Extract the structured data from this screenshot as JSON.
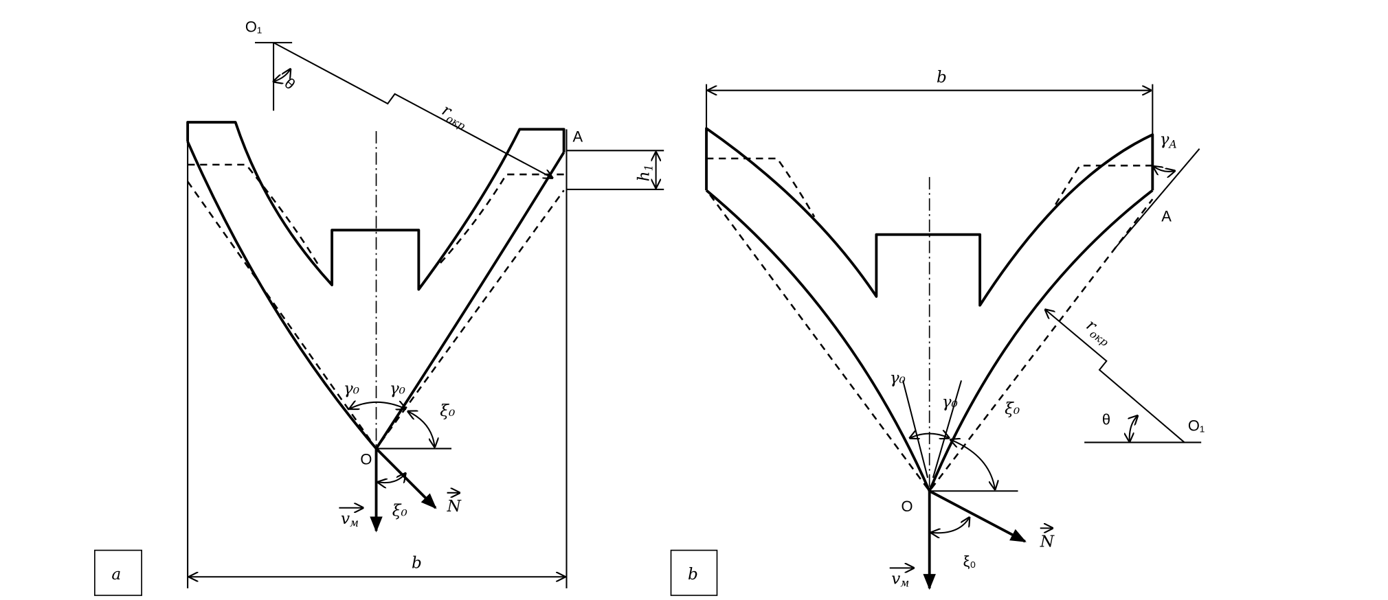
{
  "panel_a": {
    "tag": "a",
    "center_label": "O₁",
    "theta": "θ",
    "radius_main": "r",
    "radius_sub": "окр",
    "point_A": "A",
    "h_main": "h",
    "h_sub": "1",
    "gamma_left": "γ₀",
    "gamma_right": "γ₀",
    "xi_upper": "ξ₀",
    "xi_lower": "ξ₀",
    "origin": "O",
    "normal": "N",
    "velocity_main": "v",
    "velocity_sub": "м",
    "width": "b"
  },
  "panel_b": {
    "tag": "b",
    "center_label": "O₁",
    "theta": "θ",
    "radius_main": "r",
    "radius_sub": "окр",
    "point_A": "A",
    "gamma_A_main": "γ",
    "gamma_A_sub": "A",
    "gamma_left": "γ₀",
    "gamma_right": "γ₀",
    "xi_upper": "ξ₀",
    "xi_lower": "ξ₀",
    "origin": "O",
    "normal": "N",
    "velocity_main": "v",
    "velocity_sub": "м",
    "width": "b"
  }
}
